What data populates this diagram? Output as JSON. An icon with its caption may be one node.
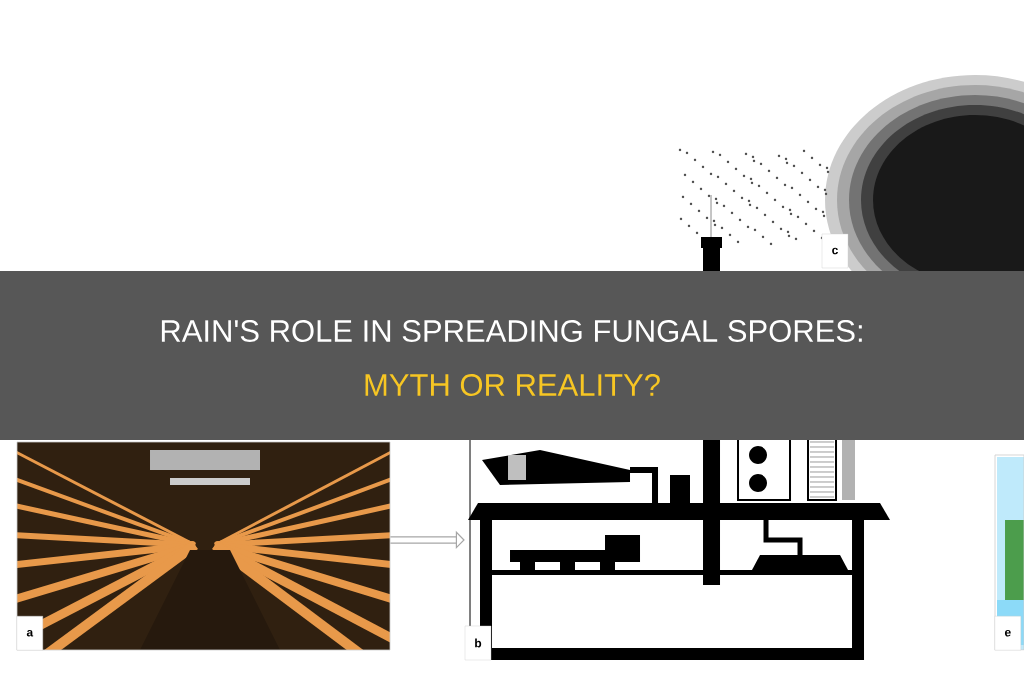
{
  "diagram": {
    "title": "RAIN'S ROLE IN SPREADING FUNGAL SPORES:",
    "nodes": [
      {
        "text": [
          "a"
        ]
      },
      {
        "text": [
          "b"
        ]
      },
      {
        "text": [
          "c"
        ]
      },
      {
        "text": [
          "e"
        ]
      }
    ],
    "edges": [
      {
        "from": 0,
        "to": 1,
        "arrow": "to"
      }
    ],
    "labels": [
      "MYTH OR REALITY?"
    ]
  }
}
